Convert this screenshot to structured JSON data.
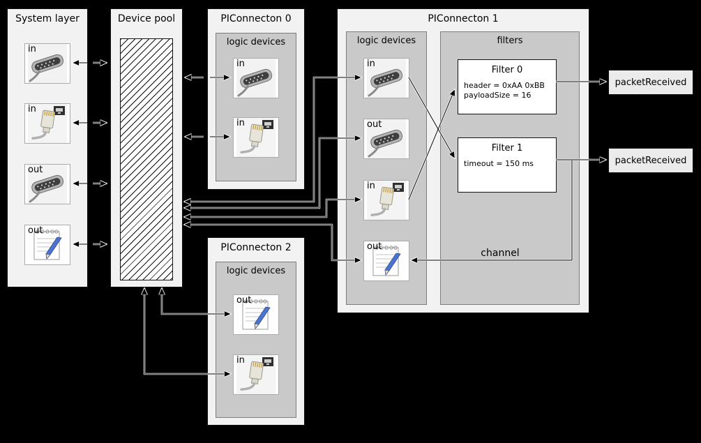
{
  "system_layer": {
    "title": "System layer",
    "devices": [
      {
        "label": "in",
        "icon": "serial-connector"
      },
      {
        "label": "in",
        "icon": "ethernet-connector"
      },
      {
        "label": "out",
        "icon": "serial-connector"
      },
      {
        "label": "out",
        "icon": "notepad"
      }
    ]
  },
  "device_pool": {
    "title": "Device pool"
  },
  "piconnecton_0": {
    "title": "PIConnecton 0",
    "group_label": "logic devices",
    "devices": [
      {
        "label": "in",
        "icon": "serial-connector"
      },
      {
        "label": "in",
        "icon": "ethernet-connector"
      }
    ]
  },
  "piconnecton_1": {
    "title": "PIConnecton 1",
    "logic_devices_label": "logic devices",
    "filters_label": "filters",
    "channel_label": "channel",
    "devices": [
      {
        "label": "in",
        "icon": "serial-connector"
      },
      {
        "label": "out",
        "icon": "serial-connector"
      },
      {
        "label": "in",
        "icon": "ethernet-connector"
      },
      {
        "label": "out",
        "icon": "notepad"
      }
    ],
    "filters": [
      {
        "title": "Filter 0",
        "params": [
          "header = 0xAA 0xBB",
          "payloadSize = 16"
        ]
      },
      {
        "title": "Filter 1",
        "params": [
          "timeout = 150 ms"
        ]
      }
    ]
  },
  "piconnecton_2": {
    "title": "PIConnecton 2",
    "group_label": "logic devices",
    "devices": [
      {
        "label": "out",
        "icon": "notepad"
      },
      {
        "label": "in",
        "icon": "ethernet-connector"
      }
    ]
  },
  "events": [
    {
      "label": "packetReceived"
    },
    {
      "label": "packetReceived"
    }
  ],
  "colors": {
    "background": "#000000",
    "panel": "#f2f2f2",
    "subpanel": "#c9c9c9",
    "device": "#ffffff",
    "wire": "#000000"
  }
}
